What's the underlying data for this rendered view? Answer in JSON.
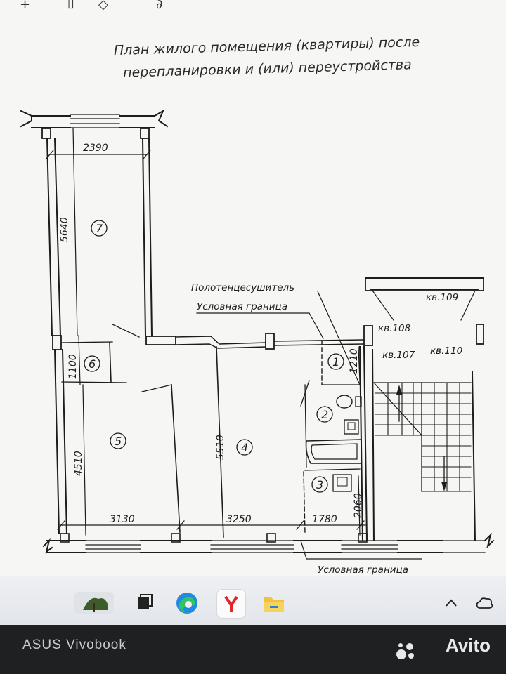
{
  "header": {
    "title_line1": "План жилого помещения (квартиры) после",
    "title_line2": "перепланировки и (или) переустройства"
  },
  "plan": {
    "dimensions": {
      "d2390": "2390",
      "d5640": "5640",
      "d1100": "1100",
      "d4510": "4510",
      "d5510": "5510",
      "d1210": "1210",
      "d2060": "2060",
      "d3130": "3130",
      "d3250": "3250",
      "d1780": "1780"
    },
    "rooms": [
      "1",
      "2",
      "3",
      "4",
      "5",
      "6",
      "7"
    ],
    "apartments": {
      "kv108": "кв.108",
      "kv109": "кв.109",
      "kv107": "кв.107",
      "kv110": "кв.110"
    },
    "annotations": {
      "towel_dryer": "Полотенцесушитель",
      "boundary_top": "Условная граница",
      "boundary_bottom": "Условная граница"
    }
  },
  "device": {
    "brand": "ASUS Vivobook",
    "watermark": "Avito"
  },
  "colors": {
    "line": "#1c1c1c",
    "paper": "#f6f7f4",
    "taskbar": "#e6e9ed"
  }
}
